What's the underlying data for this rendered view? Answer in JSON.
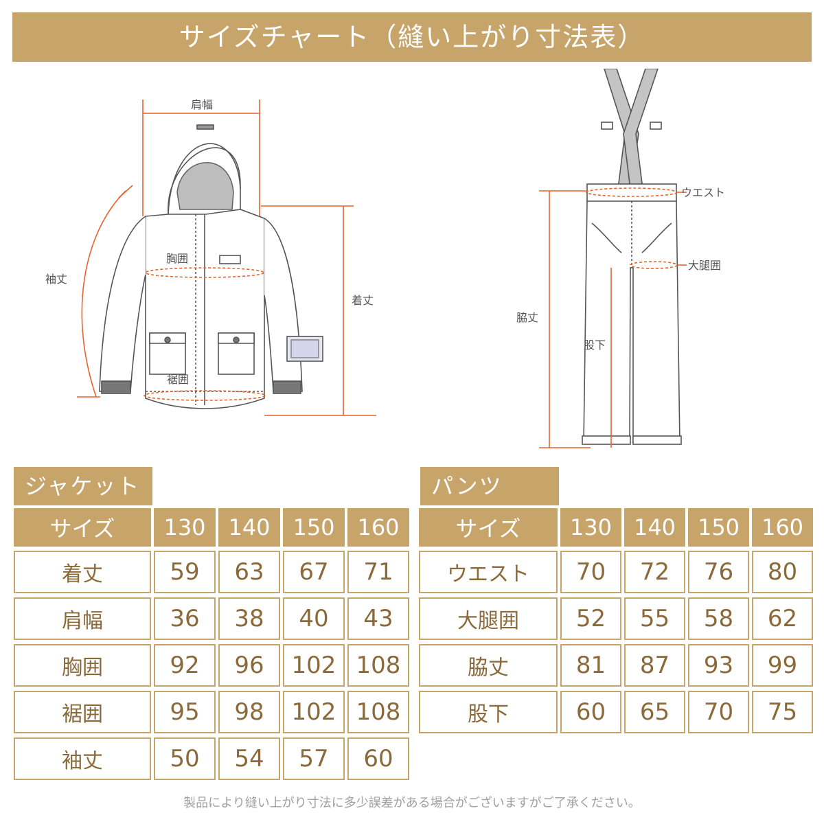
{
  "title": "サイズチャート（縫い上がり寸法表）",
  "illustration_labels": {
    "jacket": {
      "shoulder": "肩幅",
      "chest": "胸囲",
      "hem": "裾囲",
      "sleeve": "袖丈",
      "length": "着丈"
    },
    "pants": {
      "waist": "ウエスト",
      "thigh": "大腿囲",
      "outseam": "脇丈",
      "inseam": "股下"
    }
  },
  "jacket_table": {
    "section_label": "ジャケット",
    "size_header": "サイズ",
    "sizes": [
      "130",
      "140",
      "150",
      "160"
    ],
    "rows": [
      {
        "label": "着丈",
        "values": [
          "59",
          "63",
          "67",
          "71"
        ]
      },
      {
        "label": "肩幅",
        "values": [
          "36",
          "38",
          "40",
          "43"
        ]
      },
      {
        "label": "胸囲",
        "values": [
          "92",
          "96",
          "102",
          "108"
        ]
      },
      {
        "label": "裾囲",
        "values": [
          "95",
          "98",
          "102",
          "108"
        ]
      },
      {
        "label": "袖丈",
        "values": [
          "50",
          "54",
          "57",
          "60"
        ]
      }
    ]
  },
  "pants_table": {
    "section_label": "パンツ",
    "size_header": "サイズ",
    "sizes": [
      "130",
      "140",
      "150",
      "160"
    ],
    "rows": [
      {
        "label": "ウエスト",
        "values": [
          "70",
          "72",
          "76",
          "80"
        ]
      },
      {
        "label": "大腿囲",
        "values": [
          "52",
          "55",
          "58",
          "62"
        ]
      },
      {
        "label": "脇丈",
        "values": [
          "81",
          "87",
          "93",
          "99"
        ]
      },
      {
        "label": "股下",
        "values": [
          "60",
          "65",
          "70",
          "75"
        ]
      }
    ]
  },
  "footnote": "製品により縫い上がり寸法に多少誤差がある場合がございますがご了承ください。",
  "colors": {
    "accent": "#c6a46a",
    "measure_line": "#e8632a",
    "value_text": "#8a6a3a"
  }
}
